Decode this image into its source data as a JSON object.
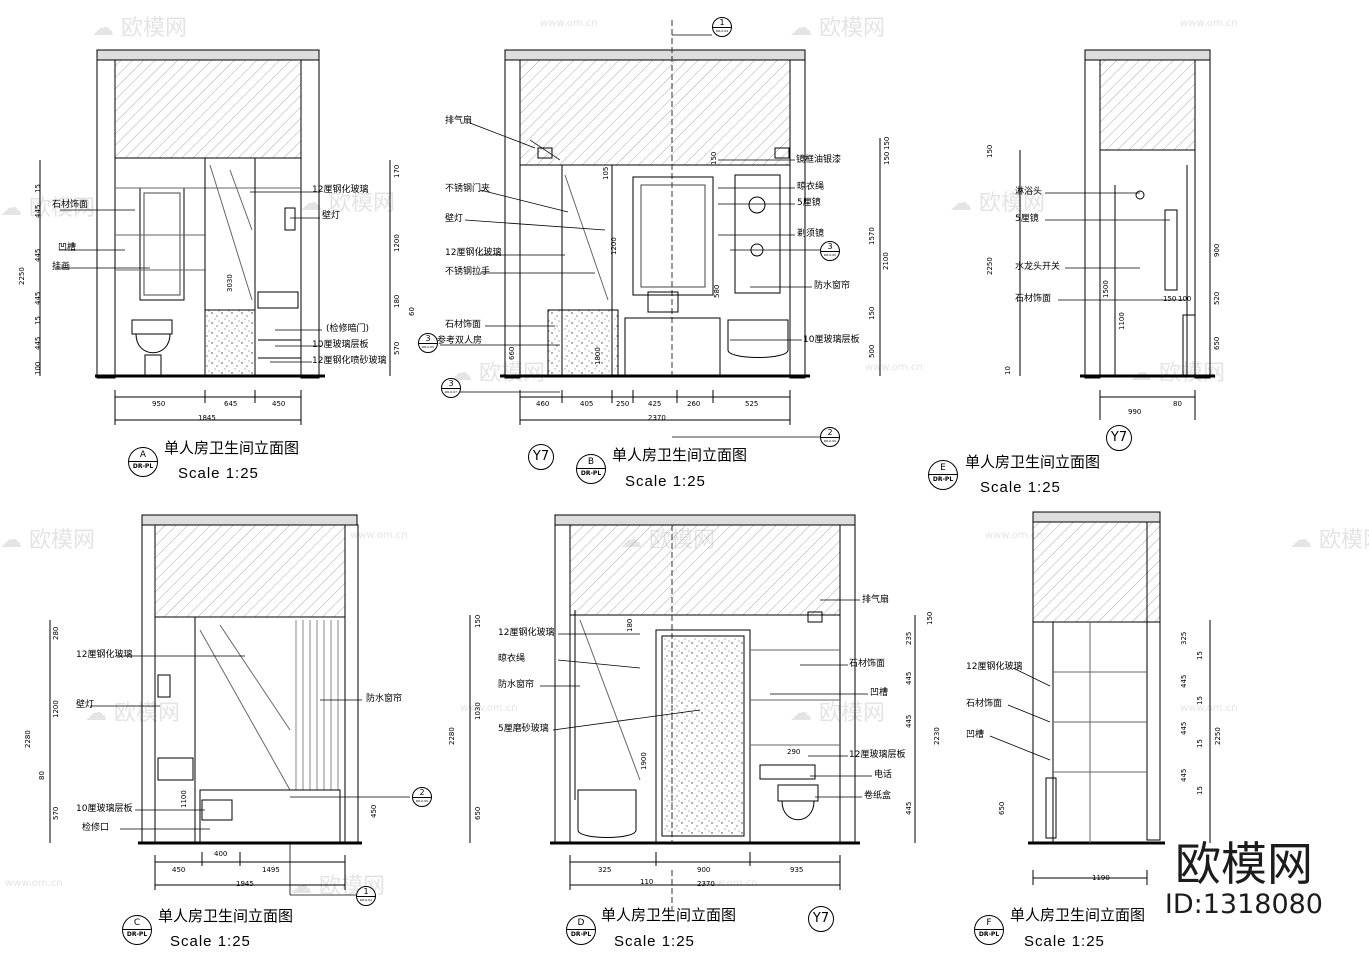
{
  "panels": [
    {
      "letter": "A",
      "sheet": "DR-PL",
      "title": "单人房卫生间立面图",
      "scale": "Scale 1:25",
      "labels": [
        "石材饰面",
        "凹槽",
        "挂画",
        "12厘钢化玻璃",
        "壁灯",
        "(检修暗门)",
        "10厘玻璃层板",
        "12厘钢化喷砂玻璃"
      ],
      "dims": [
        "950",
        "645",
        "450",
        "1845",
        "2250",
        "170",
        "1200",
        "180",
        "570",
        "15",
        "445",
        "445",
        "445",
        "15",
        "445",
        "100",
        "60",
        "3030"
      ]
    },
    {
      "letter": "B",
      "sheet": "DR-PL",
      "title": "单人房卫生间立面图",
      "scale": "Scale 1:25",
      "labels": [
        "排气扇",
        "不锈钢门夹",
        "壁灯",
        "12厘钢化玻璃",
        "不锈钢拉手",
        "石材饰面",
        "参考双人房",
        "镜框油银漆",
        "晾衣绳",
        "5厘镜",
        "剃须镜",
        "防水窗帘",
        "10厘玻璃层板"
      ],
      "dims": [
        "460",
        "405",
        "250",
        "425",
        "260",
        "525",
        "2370",
        "2100",
        "1570",
        "150",
        "150",
        "150",
        "150",
        "1200",
        "580",
        "660",
        "500",
        "1800",
        "105"
      ]
    },
    {
      "letter": "E",
      "sheet": "DR-PL",
      "title": "单人房卫生间立面图",
      "scale": "Scale 1:25",
      "labels": [
        "淋浴头",
        "5厘镜",
        "水龙头开关",
        "石材饰面"
      ],
      "dims": [
        "990",
        "80",
        "2250",
        "900",
        "520",
        "650",
        "1500",
        "1100",
        "150",
        "100",
        "150",
        "10"
      ]
    },
    {
      "letter": "C",
      "sheet": "DR-PL",
      "title": "单人房卫生间立面图",
      "scale": "Scale 1:25",
      "labels": [
        "12厘钢化玻璃",
        "壁灯",
        "防水窗帘",
        "10厘玻璃层板",
        "检修口"
      ],
      "dims": [
        "450",
        "1495",
        "1945",
        "400",
        "2280",
        "280",
        "1200",
        "570",
        "80",
        "1100",
        "450"
      ]
    },
    {
      "letter": "D",
      "sheet": "DR-PL",
      "title": "单人房卫生间立面图",
      "scale": "Scale 1:25",
      "labels": [
        "排气扇",
        "12厘钢化玻璃",
        "晾衣绳",
        "防水窗帘",
        "5厘磨砂玻璃",
        "石材饰面",
        "凹槽",
        "12厘玻璃层板",
        "电话",
        "卷纸盒"
      ],
      "dims": [
        "325",
        "900",
        "935",
        "110",
        "2370",
        "2280",
        "1900",
        "1030",
        "650",
        "150",
        "180",
        "290",
        "235",
        "445",
        "445",
        "445",
        "2230",
        "150"
      ]
    },
    {
      "letter": "F",
      "sheet": "DR-PL",
      "title": "单人房卫生间立面图",
      "scale": "Scale 1:25",
      "labels": [
        "12厘钢化玻璃",
        "石材饰面",
        "凹槽"
      ],
      "dims": [
        "1190",
        "2250",
        "325",
        "445",
        "445",
        "445",
        "650",
        "15",
        "15",
        "15",
        "15"
      ]
    }
  ],
  "callouts": [
    {
      "num": "1",
      "sheet": "DR-0-04"
    },
    {
      "num": "3",
      "sheet": "DR-0-05"
    },
    {
      "num": "3",
      "sheet": "DR-0-05"
    },
    {
      "num": "3",
      "sheet": "DR-0-07"
    },
    {
      "num": "2",
      "sheet": "DR-0-05"
    },
    {
      "num": "2",
      "sheet": "DR-0-05"
    },
    {
      "num": "1",
      "sheet": "DR-0-04"
    }
  ],
  "axis_tags": [
    "Y7",
    "Y7",
    "Y7"
  ],
  "watermark": {
    "brand": "欧模网",
    "url": "www.om.cn",
    "id": "ID:1318080"
  },
  "colors": {
    "line": "#000000",
    "hatch": "#555555",
    "watermark": "#e4e4e4"
  }
}
